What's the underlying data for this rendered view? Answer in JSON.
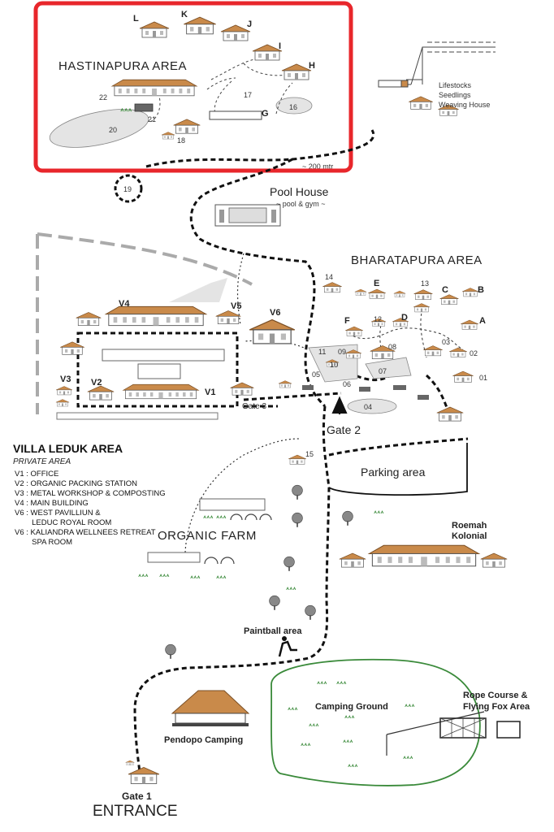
{
  "areas": {
    "hastinapura": "HASTINAPURA AREA",
    "bharatapura": "BHARATAPURA AREA",
    "villa_leduk": "VILLA LEDUK AREA",
    "villa_leduk_sub": "PRIVATE AREA",
    "organic_farm": "ORGANIC FARM"
  },
  "places": {
    "pool_house": "Pool House",
    "pool_house_sub": "~ pool & gym ~",
    "gate_3": "Gate 3",
    "gate_2": "Gate 2",
    "gate_1": "Gate 1",
    "entrance": "ENTRANCE",
    "parking": "Parking area",
    "roemah_1": "Roemah",
    "roemah_2": "Kolonial",
    "paintball": "Paintball area",
    "camping_ground": "Camping Ground",
    "pendopo": "Pendopo Camping",
    "rope_1": "Rope Course &",
    "rope_2": "Flying Fox Area",
    "lifestocks": "Lifestocks",
    "seedlings": "Seedlings",
    "weaving": "Weaving House",
    "path_note": "~ 200 mtr"
  },
  "legend": [
    "V1 : OFFICE",
    "V2 : ORGANIC PACKING STATION",
    "V3 : METAL WORKSHOP & COMPOSTING",
    "V4 : MAIN BUILDING",
    "V6 : WEST PAVILLIUN &",
    "        LEDUC ROYAL ROOM",
    "V6 : KALIANDRA WELLNEES RETREAT",
    "        SPA ROOM"
  ],
  "hastinapura_labels": {
    "L": "L",
    "K": "K",
    "J": "J",
    "I": "I",
    "H": "H",
    "G": "G",
    "n16": "16",
    "n17": "17",
    "n18": "18",
    "n19": "19",
    "n20": "20",
    "n21": "21",
    "n22": "22"
  },
  "bharatapura_labels": {
    "A": "A",
    "B": "B",
    "C": "C",
    "D": "D",
    "E": "E",
    "F": "F",
    "n01": "01",
    "n02": "02",
    "n03": "03",
    "n04": "04",
    "n05": "05",
    "n06": "06",
    "n07": "07",
    "n08": "08",
    "n09": "09",
    "n10": "10",
    "n11": "11",
    "n12": "12",
    "n13": "13",
    "n14": "14",
    "n15": "15"
  },
  "villa_labels": {
    "V1": "V1",
    "V2": "V2",
    "V3": "V3",
    "V4": "V4",
    "V5": "V5",
    "V6": "V6"
  },
  "highlight_color": "#e8262b",
  "roof_color": "#c98a4a",
  "path_color": "#111111",
  "camping_border_color": "#3a8a3a"
}
